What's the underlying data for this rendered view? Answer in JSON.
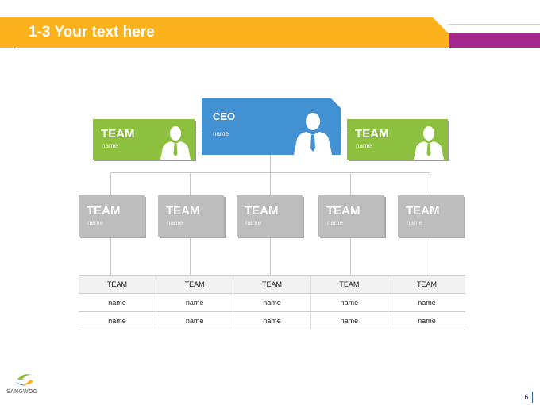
{
  "header": {
    "title": "1-3 Your text here",
    "colors": {
      "band": "#fbb21c",
      "accent": "#a5288f"
    }
  },
  "ceo": {
    "title": "CEO",
    "name": "name",
    "color": "#4291d2"
  },
  "side_teams": [
    {
      "title": "TEAM",
      "name": "name"
    },
    {
      "title": "TEAM",
      "name": "name"
    }
  ],
  "teams": [
    {
      "title": "TEAM",
      "name": "name"
    },
    {
      "title": "TEAM",
      "name": "name"
    },
    {
      "title": "TEAM",
      "name": "name"
    },
    {
      "title": "TEAM",
      "name": "name"
    },
    {
      "title": "TEAM",
      "name": "name"
    }
  ],
  "table": {
    "header": [
      "TEAM",
      "TEAM",
      "TEAM",
      "TEAM",
      "TEAM"
    ],
    "rows": [
      [
        "name",
        "name",
        "name",
        "name",
        "name"
      ],
      [
        "name",
        "name",
        "name",
        "name",
        "name"
      ]
    ]
  },
  "logo": {
    "text": "SANGWOO"
  },
  "page_number": "6"
}
